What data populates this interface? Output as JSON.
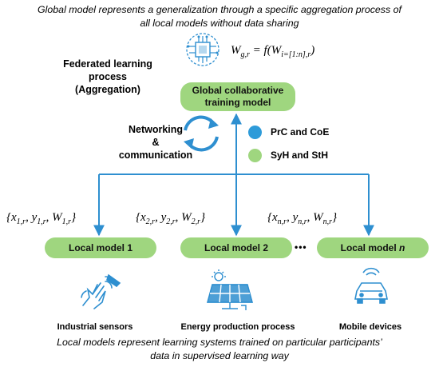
{
  "captions": {
    "top_line1": "Global model represents a generalization through a specific aggregation process of",
    "top_line2": "all local models without data sharing",
    "bottom_line1": "Local models represent learning systems trained on particular participants’",
    "bottom_line2": "data in supervised learning way"
  },
  "federated": {
    "line1": "Federated learning",
    "line2": "process",
    "line3": "(Aggregation)"
  },
  "global_model": {
    "line1": "Global collaborative",
    "line2": "training model"
  },
  "formula": {
    "lhs": "W",
    "lhs_sub": "g,r",
    "eq": "= f(W",
    "rhs_sub": "i=[1:n],r",
    "close": ")"
  },
  "networking": {
    "line1": "Networking",
    "line2": "&",
    "line3": "communication"
  },
  "legend": [
    {
      "label": "PrC and CoE",
      "color": "#2e9bd9"
    },
    {
      "label": "SyH and StH",
      "color": "#9fd67f"
    }
  ],
  "local_params": [
    {
      "x": "x",
      "y": "y",
      "w": "W",
      "sub": "1,r"
    },
    {
      "x": "x",
      "y": "y",
      "w": "W",
      "sub": "2,r"
    },
    {
      "x": "x",
      "y": "y",
      "w": "W",
      "sub": "n,r"
    }
  ],
  "local_models": {
    "lm1": "Local model 1",
    "lm2": "Local model 2",
    "lmn_prefix": "Local model ",
    "lmn_var": "n",
    "ellipsis": "•••"
  },
  "devices": [
    {
      "label": "Industrial sensors",
      "icon": "hand-sensor-icon"
    },
    {
      "label": "Energy production process",
      "icon": "solar-panel-icon"
    },
    {
      "label": "Mobile devices",
      "icon": "car-icon"
    }
  ],
  "colors": {
    "arrow": "#2e8fd0",
    "pill": "#9fd67f",
    "icon": "#2e8fd0"
  }
}
